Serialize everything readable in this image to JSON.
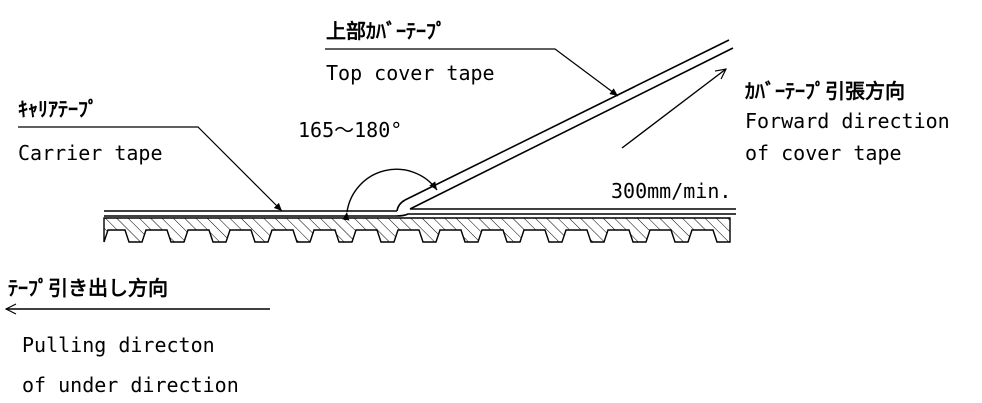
{
  "labels": {
    "top_cover_jp": "上部ｶﾊﾞｰﾃｰﾌﾟ",
    "top_cover_en": "Top cover tape",
    "carrier_jp": "ｷｬﾘｱﾃｰﾌﾟ",
    "carrier_en": "Carrier tape",
    "angle": "165～180°",
    "forward_jp": "ｶﾊﾞｰﾃｰﾌﾟ引張方向",
    "forward_en_line1": "Forward direction",
    "forward_en_line2": "of cover tape",
    "speed": "300mm/min.",
    "pulling_jp": "ﾃｰﾌﾟ引き出し方向",
    "pulling_en_line1": "Pulling directon",
    "pulling_en_line2": "of under direction"
  },
  "colors": {
    "line": "#000000",
    "background": "#ffffff"
  }
}
